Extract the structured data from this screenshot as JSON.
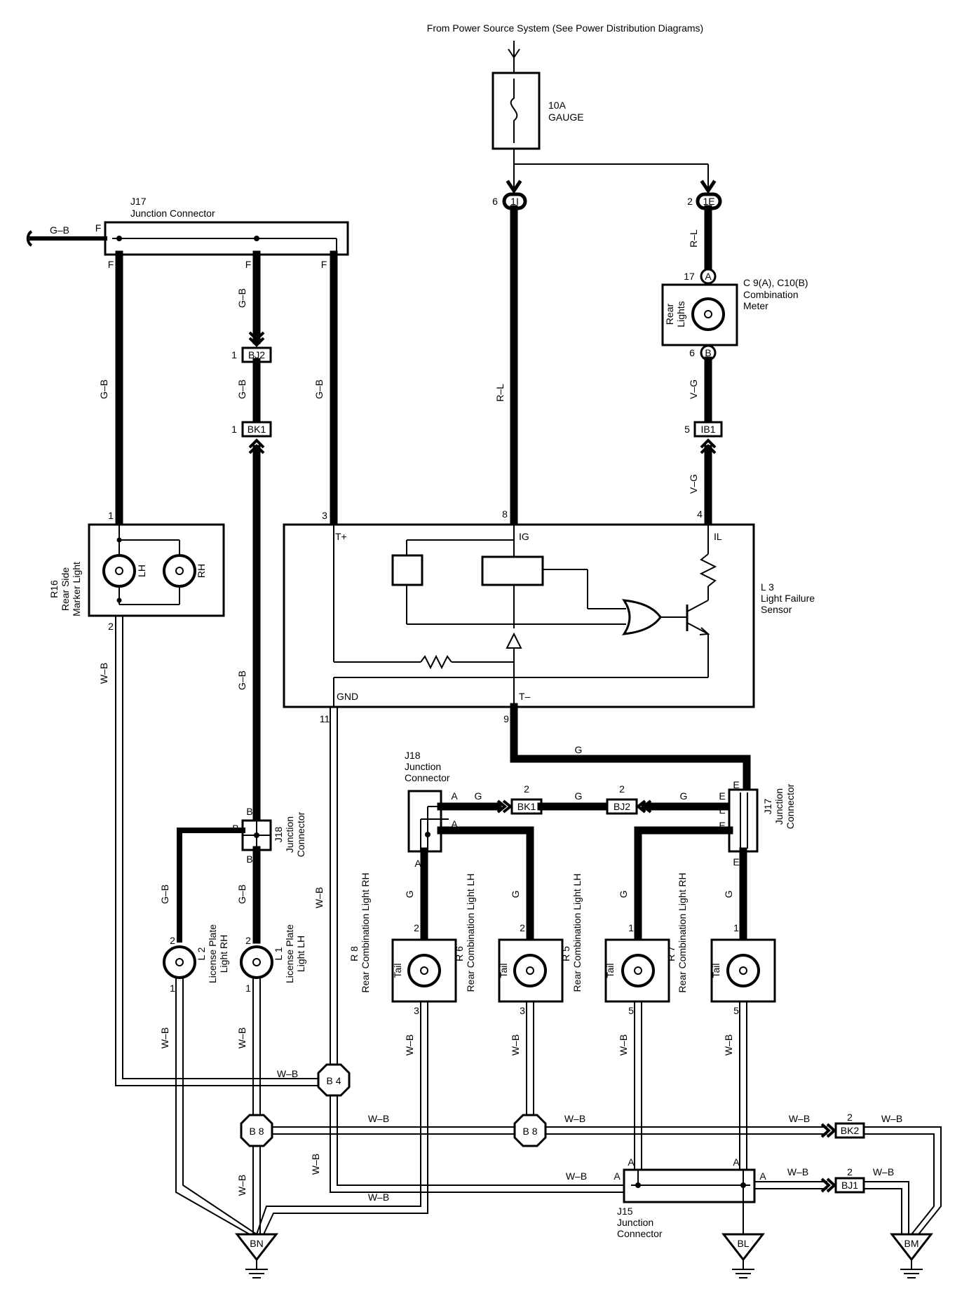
{
  "title": "From Power Source System (See Power Distribution Diagrams)",
  "fuse": {
    "rating": "10A",
    "name": "GAUGE"
  },
  "connectors": {
    "1I": {
      "label": "1I",
      "pin": "6"
    },
    "1E": {
      "label": "1E",
      "pin": "2"
    },
    "BJ2_top": {
      "label": "BJ2",
      "pin": "1"
    },
    "BK1_top": {
      "label": "BK1",
      "pin": "1"
    },
    "IB1": {
      "label": "IB1",
      "pin": "5"
    },
    "BK1_mid": {
      "label": "BK1",
      "pin": "2"
    },
    "BJ2_mid": {
      "label": "BJ2",
      "pin": "2"
    },
    "BK2": {
      "label": "BK2",
      "pin": "2"
    },
    "BJ1": {
      "label": "BJ1",
      "pin": "2"
    },
    "meter_A": {
      "letter": "A",
      "pin": "17"
    },
    "meter_B": {
      "letter": "B",
      "pin": "6"
    }
  },
  "components": {
    "j17_top": {
      "id": "J17",
      "name": "Junction Connector",
      "pin_in": "F",
      "pin_out1": "F",
      "pin_out2": "F",
      "pin_out3": "F"
    },
    "j18_left": {
      "id": "J18",
      "name": "Junction\nConnector"
    },
    "j18_mid": {
      "id": "J18",
      "name": "Junction\nConnector"
    },
    "j17_right": {
      "id": "J17",
      "name": "Junction\nConnector"
    },
    "j15": {
      "id": "J15",
      "name": "Junction",
      "name2": "Connector"
    },
    "meter": {
      "id": "C 9(A), C10(B)",
      "name": "Combination",
      "name2": "Meter",
      "bulb": "Rear",
      "bulb2": "Lights"
    },
    "l3": {
      "id": "L 3",
      "name": "Light Failure",
      "name2": "Sensor",
      "t_plus": "T+",
      "ig": "IG",
      "il": "IL",
      "gnd": "GND",
      "t_minus": "T–"
    },
    "r16": {
      "id": "R16",
      "name": "Rear Side",
      "name2": "Marker Light",
      "lh": "LH",
      "rh": "RH"
    },
    "l2": {
      "id": "L 2",
      "name": "License Plate",
      "name2": "Light RH"
    },
    "l1": {
      "id": "L 1",
      "name": "License Plate",
      "name2": "Light LH"
    },
    "r8": {
      "id": "R 8",
      "name": "Rear Combination Light RH",
      "bulb": "Tail"
    },
    "r6": {
      "id": "R 6",
      "name": "Rear Combination Light LH",
      "bulb": "Tail"
    },
    "r5": {
      "id": "R 5",
      "name": "Rear Combination Light LH",
      "bulb": "Tail"
    },
    "r7": {
      "id": "R 7",
      "name": "Rear Combination Light RH",
      "bulb": "Tail"
    }
  },
  "grounds": {
    "bn": "BN",
    "bl": "BL",
    "bm": "BM"
  },
  "splices": {
    "b4": "B 4",
    "b8a": "B 8",
    "b8b": "B 8"
  },
  "wire_colors": {
    "gb": "G–B",
    "rl": "R–L",
    "vg": "V–G",
    "wb": "W–B",
    "g": "G"
  },
  "pins": {
    "p1": "1",
    "p2": "2",
    "p3": "3",
    "p4": "4",
    "p5": "5",
    "p8": "8",
    "p9": "9",
    "p11": "11",
    "pA": "A",
    "pB": "B",
    "pE": "E"
  }
}
